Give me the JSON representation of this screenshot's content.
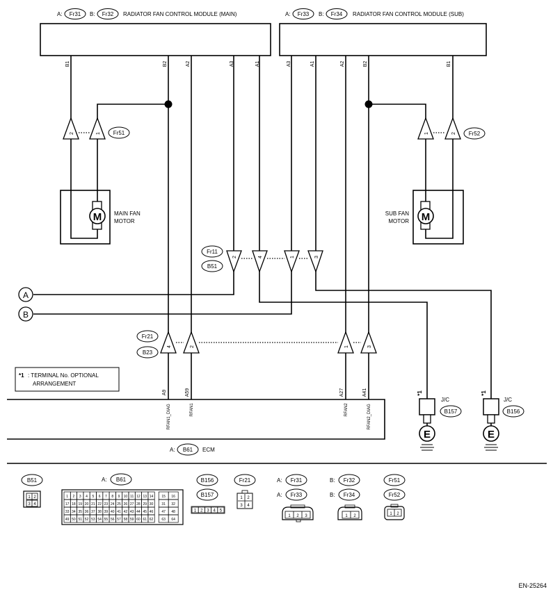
{
  "modules": {
    "main": {
      "conn_a": "A:",
      "conn_a_id": "Fr31",
      "conn_b": "B:",
      "conn_b_id": "Fr32",
      "title": "RADIATOR FAN CONTROL MODULE (MAIN)",
      "pins": [
        "B1",
        "B2",
        "A2",
        "A3",
        "A1"
      ]
    },
    "sub": {
      "conn_a": "A:",
      "conn_a_id": "Fr33",
      "conn_b": "B:",
      "conn_b_id": "Fr34",
      "title": "RADIATOR FAN CONTROL MODULE (SUB)",
      "pins": [
        "A3",
        "A1",
        "A2",
        "B2",
        "B1"
      ]
    }
  },
  "motors": {
    "main": {
      "symbol": "M",
      "label1": "MAIN FAN",
      "label2": "MOTOR",
      "conn": "Fr51",
      "pins": [
        "2",
        "1"
      ]
    },
    "sub": {
      "symbol": "M",
      "label1": "SUB FAN",
      "label2": "MOTOR",
      "conn": "Fr52",
      "pins": [
        "1",
        "2"
      ]
    }
  },
  "mid_connector": {
    "id1": "Fr11",
    "id2": "B51",
    "pins": [
      "2",
      "4",
      "1",
      "3"
    ]
  },
  "low_connector": {
    "id1": "Fr21",
    "id2": "B23",
    "pins": [
      "4",
      "2",
      "1",
      "3"
    ]
  },
  "refs": {
    "a": "A",
    "b": "B"
  },
  "note": {
    "mark": "*1",
    "line1": ": TERMINAL No. OPTIONAL",
    "line2": "ARRANGEMENT"
  },
  "ecm": {
    "conn_prefix": "A:",
    "conn_id": "B61",
    "label": "ECM",
    "pins": [
      "A9",
      "A59",
      "A27",
      "A41"
    ],
    "signals": [
      "RFAN1_DIAG",
      "RFAN1",
      "RFAN2",
      "RFAN2_DIAG"
    ]
  },
  "grounds": [
    {
      "mark": "*1",
      "jc": "J/C",
      "conn": "B157",
      "symbol": "E"
    },
    {
      "mark": "*1",
      "jc": "J/C",
      "conn": "B156",
      "symbol": "E"
    }
  ],
  "legend": {
    "b51": {
      "id": "B51",
      "pins": [
        "1",
        "2",
        "3",
        "4"
      ]
    },
    "b61": {
      "prefix": "A:",
      "id": "B61",
      "rows": [
        [
          "1",
          "2",
          "3",
          "4",
          "5",
          "6",
          "7",
          "8",
          "9",
          "10",
          "11",
          "12",
          "13",
          "14",
          "15",
          "16"
        ],
        [
          "17",
          "18",
          "19",
          "20",
          "21",
          "22",
          "23",
          "24",
          "25",
          "26",
          "27",
          "28",
          "29",
          "30",
          "31",
          "32"
        ],
        [
          "33",
          "34",
          "35",
          "36",
          "37",
          "38",
          "39",
          "40",
          "41",
          "42",
          "43",
          "44",
          "45",
          "46",
          "47",
          "48"
        ],
        [
          "49",
          "50",
          "51",
          "52",
          "53",
          "54",
          "55",
          "56",
          "57",
          "58",
          "59",
          "60",
          "61",
          "62",
          "63",
          "64"
        ]
      ]
    },
    "b156": {
      "id1": "B156",
      "id2": "B157",
      "pins": [
        "1",
        "2",
        "3",
        "4",
        "5"
      ]
    },
    "fr21": {
      "id": "Fr21",
      "pins": [
        "1",
        "2",
        "3",
        "4"
      ]
    },
    "fr31": {
      "p1": "A:",
      "id1": "Fr31",
      "p2": "A:",
      "id2": "Fr33",
      "pins": [
        "1",
        "2",
        "3"
      ]
    },
    "fr32": {
      "p1": "B:",
      "id1": "Fr32",
      "p2": "B:",
      "id2": "Fr34",
      "pins": [
        "1",
        "2"
      ]
    },
    "fr51": {
      "id1": "Fr51",
      "id2": "Fr52",
      "pins": [
        "1",
        "2"
      ]
    }
  },
  "footer": {
    "code": "EN-25264"
  }
}
